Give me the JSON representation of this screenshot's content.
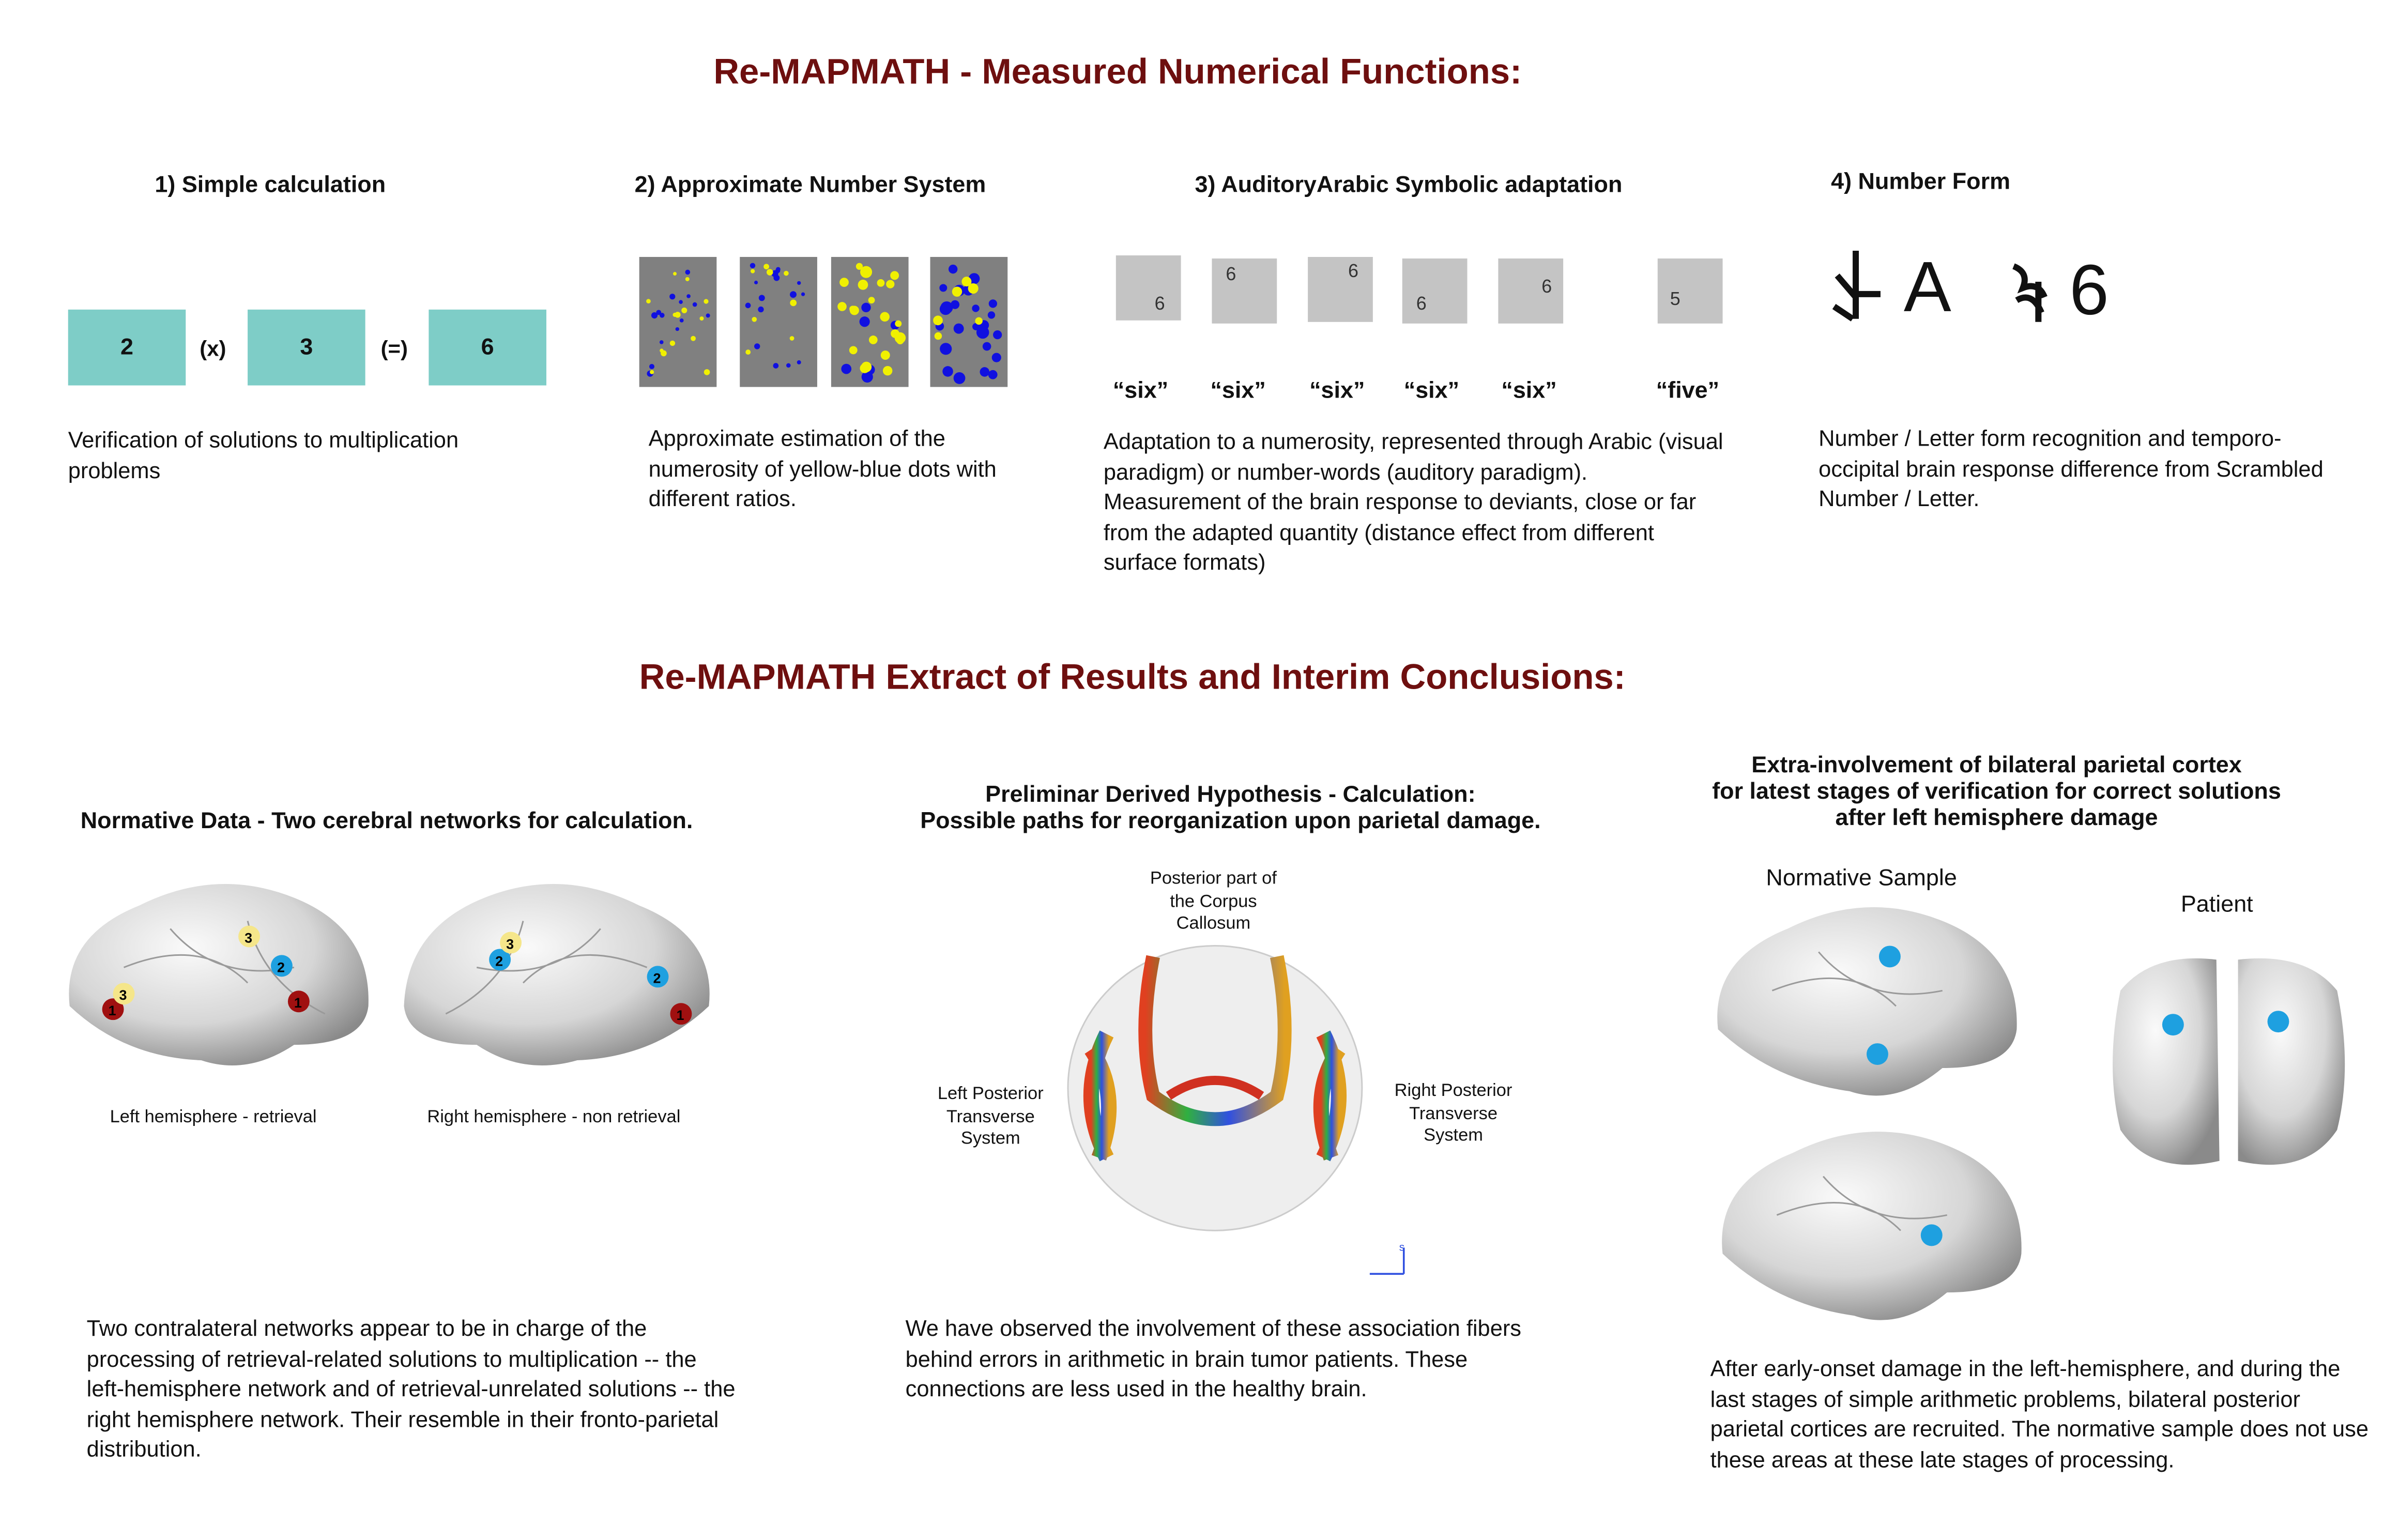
{
  "title1": "Re-MAPMATH - Measured Numerical Functions:",
  "title2": "Re-MAPMATH Extract of Results and Interim Conclusions:",
  "sec1": {
    "heading": "1) Simple calculation",
    "tiles": [
      "2",
      "3",
      "6"
    ],
    "ops": [
      "(x)",
      "(=)"
    ],
    "desc": "Verification of solutions to multiplication problems"
  },
  "sec2": {
    "heading": "2) Approximate Number System",
    "desc": "Approximate estimation of the numerosity  of yellow-blue dots with different ratios."
  },
  "sec3": {
    "heading": "3) AuditoryArabic Symbolic adaptation",
    "digits": [
      "6",
      "6",
      "6",
      "6",
      "6",
      "5"
    ],
    "words": [
      "“six”",
      "“six”",
      "“six”",
      "“six”",
      "“six”",
      "“five”"
    ],
    "desc": "Adaptation to a numerosity, represented through Arabic (visual paradigm) or number-words (auditory paradigm). Measurement of the brain response to deviants, close or far from the adapted quantity  (distance effect from different surface formats)"
  },
  "sec4": {
    "heading": "4) Number Form",
    "letter": "A",
    "digit": "6",
    "desc": "Number / Letter form recognition and temporo-occipital brain response difference from Scrambled Number / Letter."
  },
  "res1": {
    "heading": "Normative Data - Two cerebral networks for calculation.",
    "left_caption": "Left hemisphere - retrieval",
    "right_caption": "Right hemisphere - non retrieval",
    "markers": [
      "1",
      "2",
      "3"
    ],
    "desc": "Two contralateral  networks appear to be in charge of the processing of retrieval-related solutions to multiplication -- the left-hemisphere network and of retrieval-unrelated solutions -- the right hemisphere network. Their resemble in their fronto-parietal distribution."
  },
  "res2": {
    "heading_line1": "Preliminar Derived Hypothesis - Calculation:",
    "heading_line2": "Possible paths for reorganization upon parietal damage.",
    "label_top": "Posterior part of the Corpus Callosum",
    "label_left": "Left Posterior Transverse System",
    "label_right": "Right Posterior Transverse System",
    "axis_label": "s",
    "desc": "We have observed the involvement of these association fibers behind errors in arithmetic in brain tumor patients. These connections are less used in the healthy brain."
  },
  "res3": {
    "heading_line1": "Extra-involvement of bilateral parietal cortex",
    "heading_line2": "for latest stages of verification for correct solutions",
    "heading_line3": "after left hemisphere damage",
    "normative_label": "Normative Sample",
    "patient_label": "Patient",
    "desc": "After early-onset damage in the left-hemisphere, and during the last stages of simple arithmetic problems, bilateral posterior parietal cortices are recruited. The normative sample does not use these areas at these late stages of processing."
  },
  "colors": {
    "title": "#6e0f0f",
    "tile": "#7ecdc7",
    "marker_red": "#a01010",
    "marker_blue": "#1ea0e0",
    "marker_yellow": "#f5e68a"
  }
}
